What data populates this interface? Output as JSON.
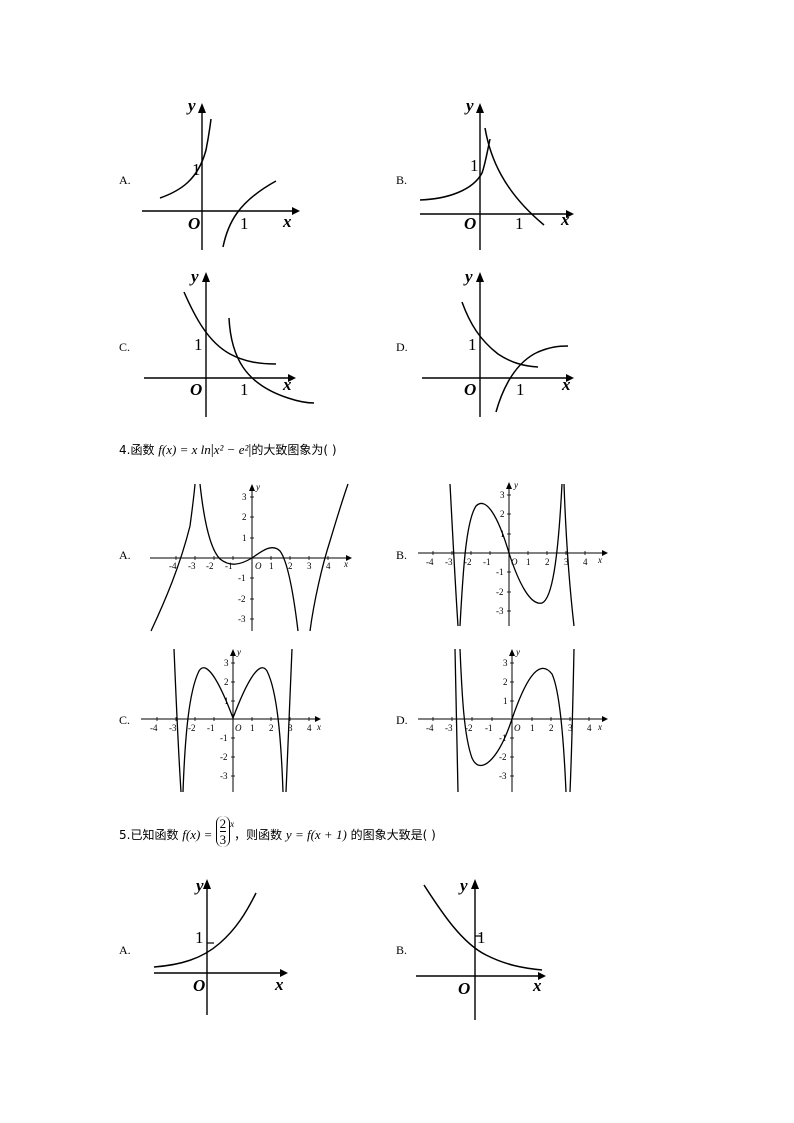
{
  "q3_options": {
    "A": {
      "label": "A.",
      "y": "y",
      "x": "x",
      "o": "O",
      "one_y": "1",
      "one_x": "1"
    },
    "B": {
      "label": "B.",
      "y": "y",
      "x": "x",
      "o": "O",
      "one_y": "1",
      "one_x": "1"
    },
    "C": {
      "label": "C.",
      "y": "y",
      "x": "x",
      "o": "O",
      "one_y": "1",
      "one_x": "1"
    },
    "D": {
      "label": "D.",
      "y": "y",
      "x": "x",
      "o": "O",
      "one_y": "1",
      "one_x": "1"
    }
  },
  "q4": {
    "number": "4.",
    "prefix": "函数 ",
    "formula_f": "f",
    "formula_mid": "(x) = x ln",
    "formula_abs": "x² − e²",
    "suffix": "的大致图象为(      )",
    "options": {
      "A": {
        "label": "A.",
        "y": "y",
        "x": "x",
        "o": "O",
        "xticks": [
          "-4",
          "-3",
          "-2",
          "-1",
          "1",
          "2",
          "3",
          "4"
        ],
        "yticks": [
          "3",
          "2",
          "1",
          "-1",
          "-2",
          "-3"
        ]
      },
      "B": {
        "label": "B.",
        "y": "y",
        "x": "x",
        "o": "O",
        "xticks": [
          "-4",
          "-3",
          "-2",
          "-1",
          "1",
          "2",
          "3",
          "4"
        ],
        "yticks": [
          "3",
          "2",
          "1",
          "-1",
          "-2",
          "-3"
        ]
      },
      "C": {
        "label": "C.",
        "y": "y",
        "x": "x",
        "o": "O",
        "xticks": [
          "-4",
          "-3",
          "-2",
          "-1",
          "1",
          "2",
          "3",
          "4"
        ],
        "yticks": [
          "3",
          "2",
          "1",
          "-1",
          "-2",
          "-3"
        ]
      },
      "D": {
        "label": "D.",
        "y": "y",
        "x": "x",
        "o": "O",
        "xticks": [
          "-4",
          "-3",
          "-2",
          "-1",
          "1",
          "2",
          "3",
          "4"
        ],
        "yticks": [
          "3",
          "2",
          "1",
          "-1",
          "-2",
          "-3"
        ]
      }
    }
  },
  "q5": {
    "number": "5.",
    "prefix": "已知函数 ",
    "f_of_x": "f(x) = ",
    "frac_num": "2",
    "frac_den": "3",
    "exponent": "x",
    "middle": "，则函数 ",
    "target": "y = f(x + 1)",
    "suffix": " 的图象大致是(      )",
    "options": {
      "A": {
        "label": "A.",
        "y": "y",
        "x": "x",
        "o": "O",
        "one_y": "1"
      },
      "B": {
        "label": "B.",
        "y": "y",
        "x": "x",
        "o": "O",
        "one_y": "1"
      }
    }
  }
}
